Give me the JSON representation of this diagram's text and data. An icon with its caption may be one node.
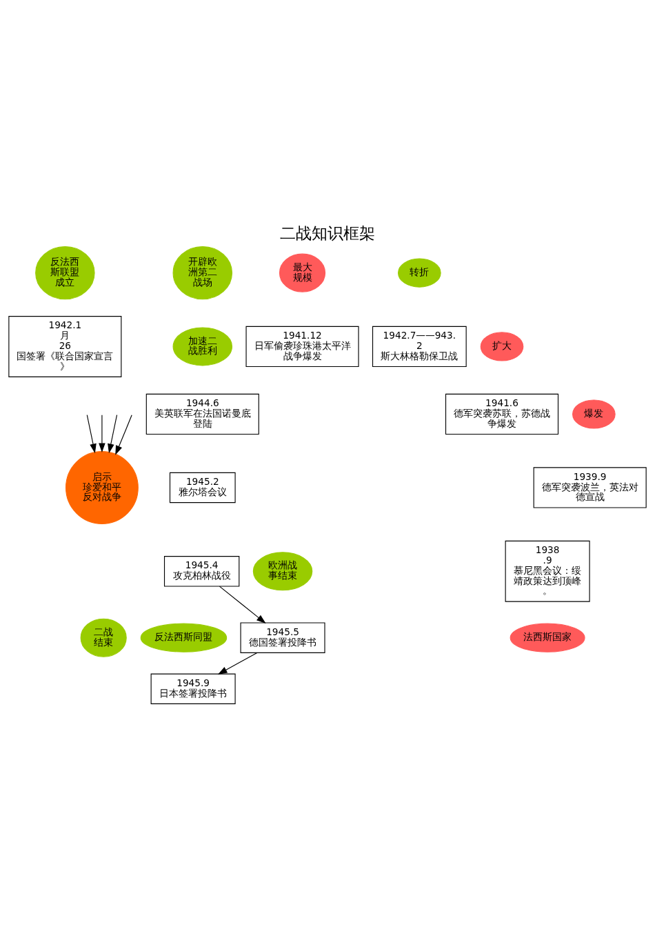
{
  "diagram": {
    "title": "二战知识框架",
    "nodes": [
      {
        "text": [
          "反法西斯联盟成立"
        ]
      },
      {
        "text": [
          "1942.1 月 26 国签署《联合国家宣言》"
        ]
      },
      {
        "text": [
          "最大规模"
        ]
      },
      {
        "text": [
          "转折"
        ]
      },
      {
        "text": [
          "开辟欧洲第二战场"
        ]
      },
      {
        "text": [
          "扩大"
        ]
      },
      {
        "text": [
          "1941.12 日军偷袭珍珠港太平洋战争爆发"
        ]
      },
      {
        "text": [
          "1942.7——943.2 斯大林格勒保卫战"
        ]
      },
      {
        "text": [
          "加速二战胜利"
        ]
      },
      {
        "text": [
          "爆发"
        ]
      },
      {
        "text": [
          "1941.6 德军突袭苏联，苏德战争爆发"
        ]
      },
      {
        "text": [
          "1944.6 美英联军在法国诺曼底登陆"
        ]
      },
      {
        "text": [
          "启示",
          "珍爱和平反对战争"
        ]
      },
      {
        "text": [
          "1939.9 德军突袭波兰，英法对德宣战"
        ]
      },
      {
        "text": [
          "1945.2雅尔塔会议"
        ]
      },
      {
        "text": [
          "1938 .9 慕尼黑会议：绥靖政策达到顶峰。"
        ]
      },
      {
        "text": [
          "1945.4 攻克柏林战役"
        ]
      },
      {
        "text": [
          "欧洲战事结束"
        ]
      },
      {
        "text": [
          "法西斯国家"
        ]
      },
      {
        "text": [
          "反法西斯同盟"
        ]
      },
      {
        "text": [
          "二战结束"
        ]
      },
      {
        "text": [
          "1945.5 德国签署投降书"
        ]
      },
      {
        "text": [
          "1945.9 日本签署投降书"
        ]
      }
    ],
    "edges": [
      {
        "from": null,
        "to": 12,
        "arrow": "to"
      },
      {
        "from": null,
        "to": 12,
        "arrow": "to"
      },
      {
        "from": null,
        "to": 12,
        "arrow": "to"
      },
      {
        "from": null,
        "to": 12,
        "arrow": "to"
      },
      {
        "from": 16,
        "to": 21,
        "arrow": "to"
      },
      {
        "from": 21,
        "to": 22,
        "arrow": "to"
      }
    ]
  }
}
